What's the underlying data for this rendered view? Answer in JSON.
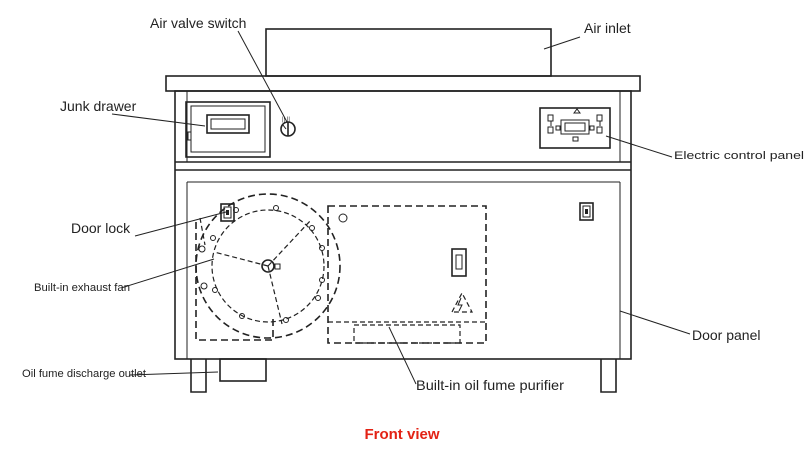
{
  "caption": "Front view",
  "colors": {
    "caption": "#e32214",
    "line": "#222222",
    "background": "#ffffff"
  },
  "labels": {
    "air_valve_switch": "Air valve switch",
    "air_inlet": "Air inlet",
    "junk_drawer": "Junk drawer",
    "electric_control_panel": "Electric control panel",
    "door_lock": "Door lock",
    "builtin_exhaust_fan": "Built-in exhaust fan",
    "door_panel": "Door panel",
    "oil_fume_discharge_outlet": "Oil fume discharge outlet",
    "builtin_oil_fume_purifier": "Built-in oil fume purifier"
  }
}
